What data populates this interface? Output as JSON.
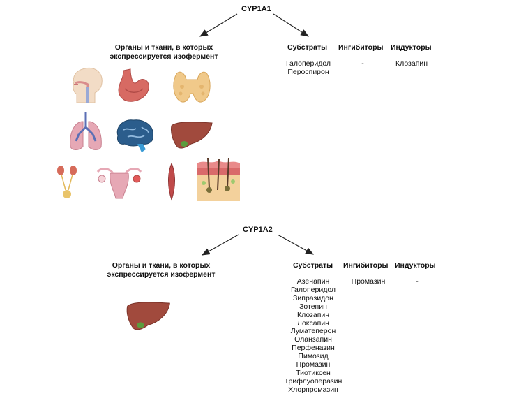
{
  "sections": [
    {
      "enzyme": "CYP1A1",
      "organs_header_line1": "Органы и ткани, в которых",
      "organs_header_line2": "экспрессируется изофермент",
      "columns": {
        "substrates": {
          "header": "Субстраты",
          "items": [
            "Галоперидол",
            "Пероспирон"
          ]
        },
        "inhibitors": {
          "header": "Ингибиторы",
          "items": [
            "-"
          ]
        },
        "inducers": {
          "header": "Индукторы",
          "items": [
            "Клозапин"
          ]
        }
      },
      "organ_icons": [
        "head-airway-icon",
        "stomach-icon",
        "thyroid-icon",
        "lungs-icon",
        "brain-icon",
        "liver-icon",
        "urinary-tract-icon",
        "uterus-icon",
        "muscle-icon",
        "skin-icon"
      ]
    },
    {
      "enzyme": "CYP1A2",
      "organs_header_line1": "Органы и ткани, в которых",
      "organs_header_line2": "экспрессируется изофермент",
      "columns": {
        "substrates": {
          "header": "Субстраты",
          "items": [
            "Азенапин",
            "Галоперидол",
            "Зипразидон",
            "Зотепин",
            "Клозапин",
            "Локсапин",
            "Луматеперон",
            "Оланзапин",
            "Перфеназин",
            "Пимозид",
            "Промазин",
            "Тиотиксен",
            "Трифлуоперазин",
            "Хлорпромазин"
          ]
        },
        "inhibitors": {
          "header": "Ингибиторы",
          "items": [
            "Промазин"
          ]
        },
        "inducers": {
          "header": "Индукторы",
          "items": [
            "-"
          ]
        }
      },
      "organ_icons": [
        "liver-icon"
      ]
    }
  ]
}
